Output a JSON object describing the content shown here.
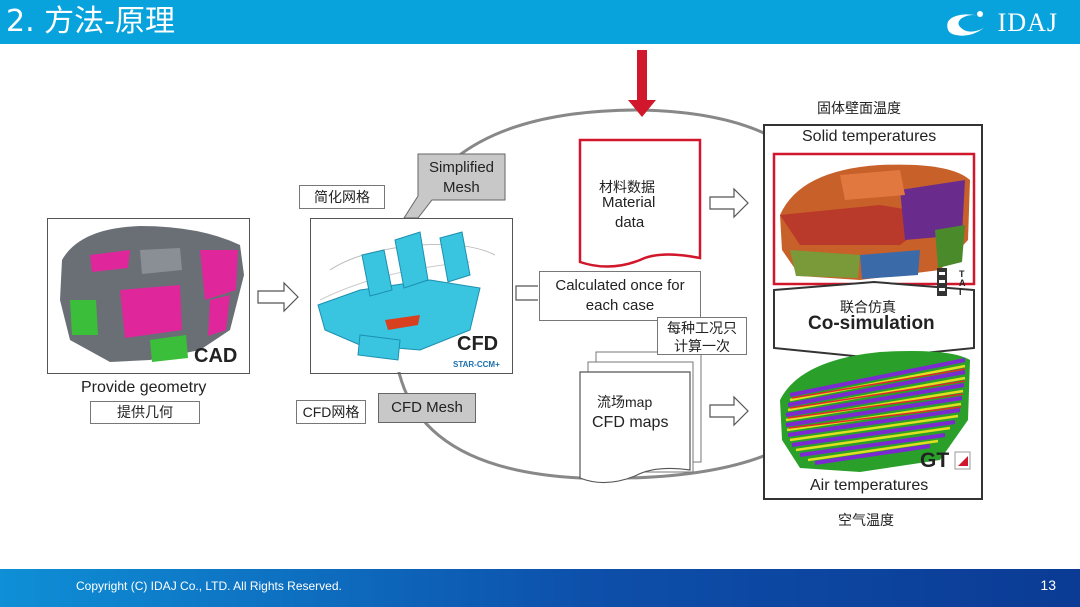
{
  "header": {
    "title": "2. 方法-原理",
    "logo_text": "IDAJ"
  },
  "left": {
    "cad_label": "CAD",
    "provide_geometry": "Provide geometry",
    "provide_geometry_cn": "提供几何"
  },
  "middle": {
    "simplified_mesh_cn": "简化网格",
    "simplified_mesh": [
      "Simplified",
      "Mesh"
    ],
    "cfd_label": "CFD",
    "star_ccm": "STAR-CCM+",
    "cfd_mesh_cn": "CFD网格",
    "cfd_mesh": "CFD Mesh"
  },
  "center": {
    "material_cn": "材料数据",
    "material": [
      "Material",
      "data"
    ],
    "calculated_once": [
      "Calculated once for",
      "each case"
    ],
    "calc_once_cn": [
      "每种工况只",
      "计算一次"
    ],
    "flow_map_cn": "流场map",
    "cfd_maps": "CFD maps"
  },
  "right": {
    "solid_temp_cn": "固体壁面温度",
    "solid_temp": "Solid temperatures",
    "taitherm": "T A I",
    "cosim_cn": "联合仿真",
    "cosim": "Co-simulation",
    "gt": "GT",
    "air_temp": "Air temperatures",
    "air_temp_cn": "空气温度"
  },
  "footer": {
    "copyright": "Copyright (C)  IDAJ Co., LTD. All Rights Reserved.",
    "page_number": "13"
  },
  "colors": {
    "header_blue": "#08a3dc",
    "red_arrow": "#d0172b",
    "cad_magenta": "#e0269b",
    "cad_green": "#3bbf3b",
    "cfd_cyan": "#39c4e0"
  }
}
